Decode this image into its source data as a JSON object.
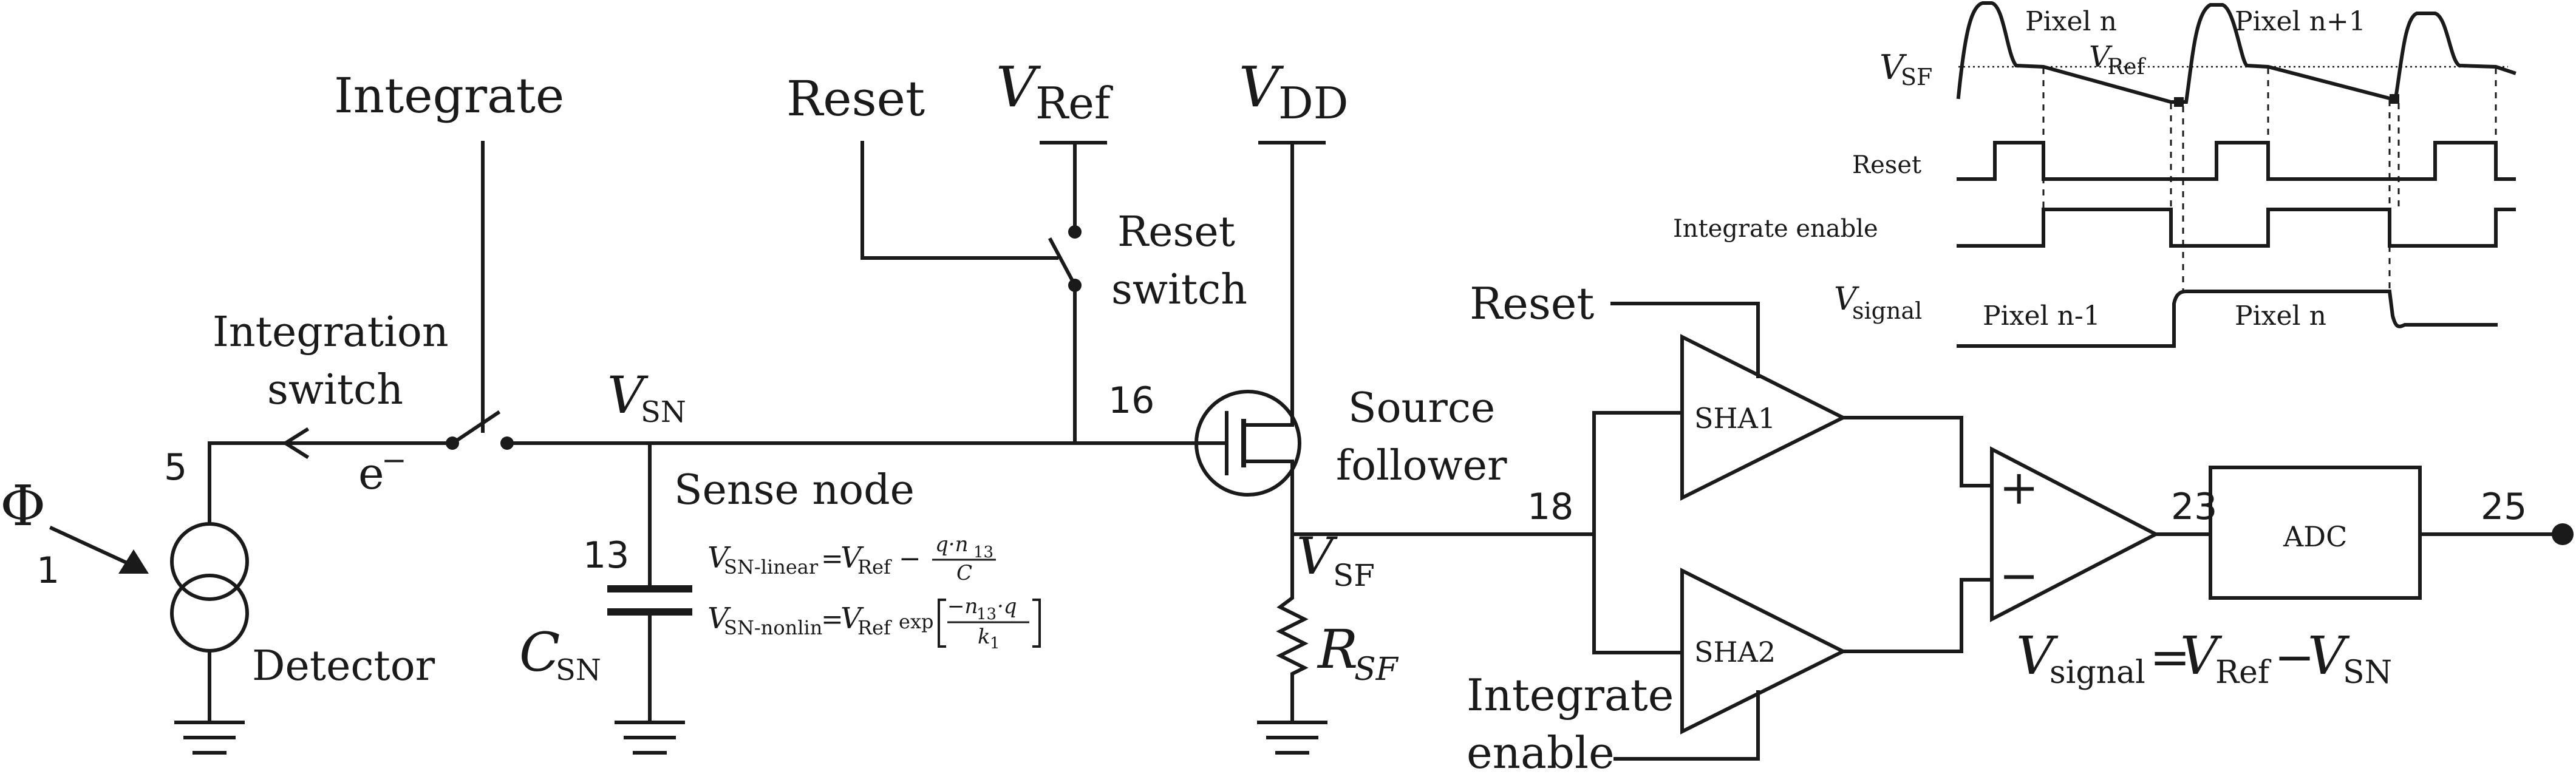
{
  "labels": {
    "phi": "Φ",
    "phi_num": "1",
    "detector": "Detector",
    "detector_node": "5",
    "integrate": "Integrate",
    "integration_switch_1": "Integration",
    "integration_switch_2": "switch",
    "electron_e": "e",
    "electron_sup": "−",
    "vsn_v": "V",
    "vsn_sub": "SN",
    "sense_node": "Sense node",
    "cap_node": "13",
    "csn_c": "C",
    "csn_sub": "SN",
    "reset": "Reset",
    "vref_v": "V",
    "vref_sub": "Ref",
    "reset_switch_1": "Reset",
    "reset_switch_2": "switch",
    "vdd_v": "V",
    "vdd_sub": "DD",
    "gate_node": "16",
    "source_follower_1": "Source",
    "source_follower_2": "follower",
    "vsf_v": "V",
    "vsf_sub": "SF",
    "rsf_r": "R",
    "rsf_sub": "SF",
    "out_node": "18",
    "reset_sha": "Reset",
    "integrate_enable_1": "Integrate",
    "integrate_enable_2": "enable",
    "sha1": "SHA1",
    "sha2": "SHA2",
    "plus": "+",
    "minus": "−",
    "amp_node": "23",
    "adc": "ADC",
    "adc_node": "25",
    "eq_main_v": "V",
    "eq_main_sub": "signal",
    "eq_main_rest": "=",
    "eq_main_v2": "V",
    "eq_main_sub2": "Ref",
    "eq_main_minus": "−",
    "eq_main_v3": "V",
    "eq_main_sub3": "SN"
  },
  "equations": {
    "lin_v": "V",
    "lin_sub": "SN-linear",
    "lin_eq": "=",
    "lin_v2": "V",
    "lin_sub2": "Ref",
    "lin_minus": "−",
    "lin_num": "q·n",
    "lin_num_sub": "13",
    "lin_den": "C",
    "nl_v": "V",
    "nl_sub": "SN-nonlin",
    "nl_eq": "=",
    "nl_v2": "V",
    "nl_sub2": "Ref",
    "nl_exp": "exp",
    "nl_num": "−n",
    "nl_num_sub": "13",
    "nl_num_rest": "·q",
    "nl_den": "k",
    "nl_den_sub": "1"
  },
  "timing": {
    "vsf_v": "V",
    "vsf_sub": "SF",
    "pixel_n": "Pixel n",
    "pixel_n1": "Pixel n+1",
    "vref_v": "V",
    "vref_sub": "Ref",
    "reset": "Reset",
    "integrate_enable": "Integrate enable",
    "vsignal_v": "V",
    "vsignal_sub": "signal",
    "pixel_nm1": "Pixel n-1",
    "pixel_n_sig": "Pixel n"
  }
}
